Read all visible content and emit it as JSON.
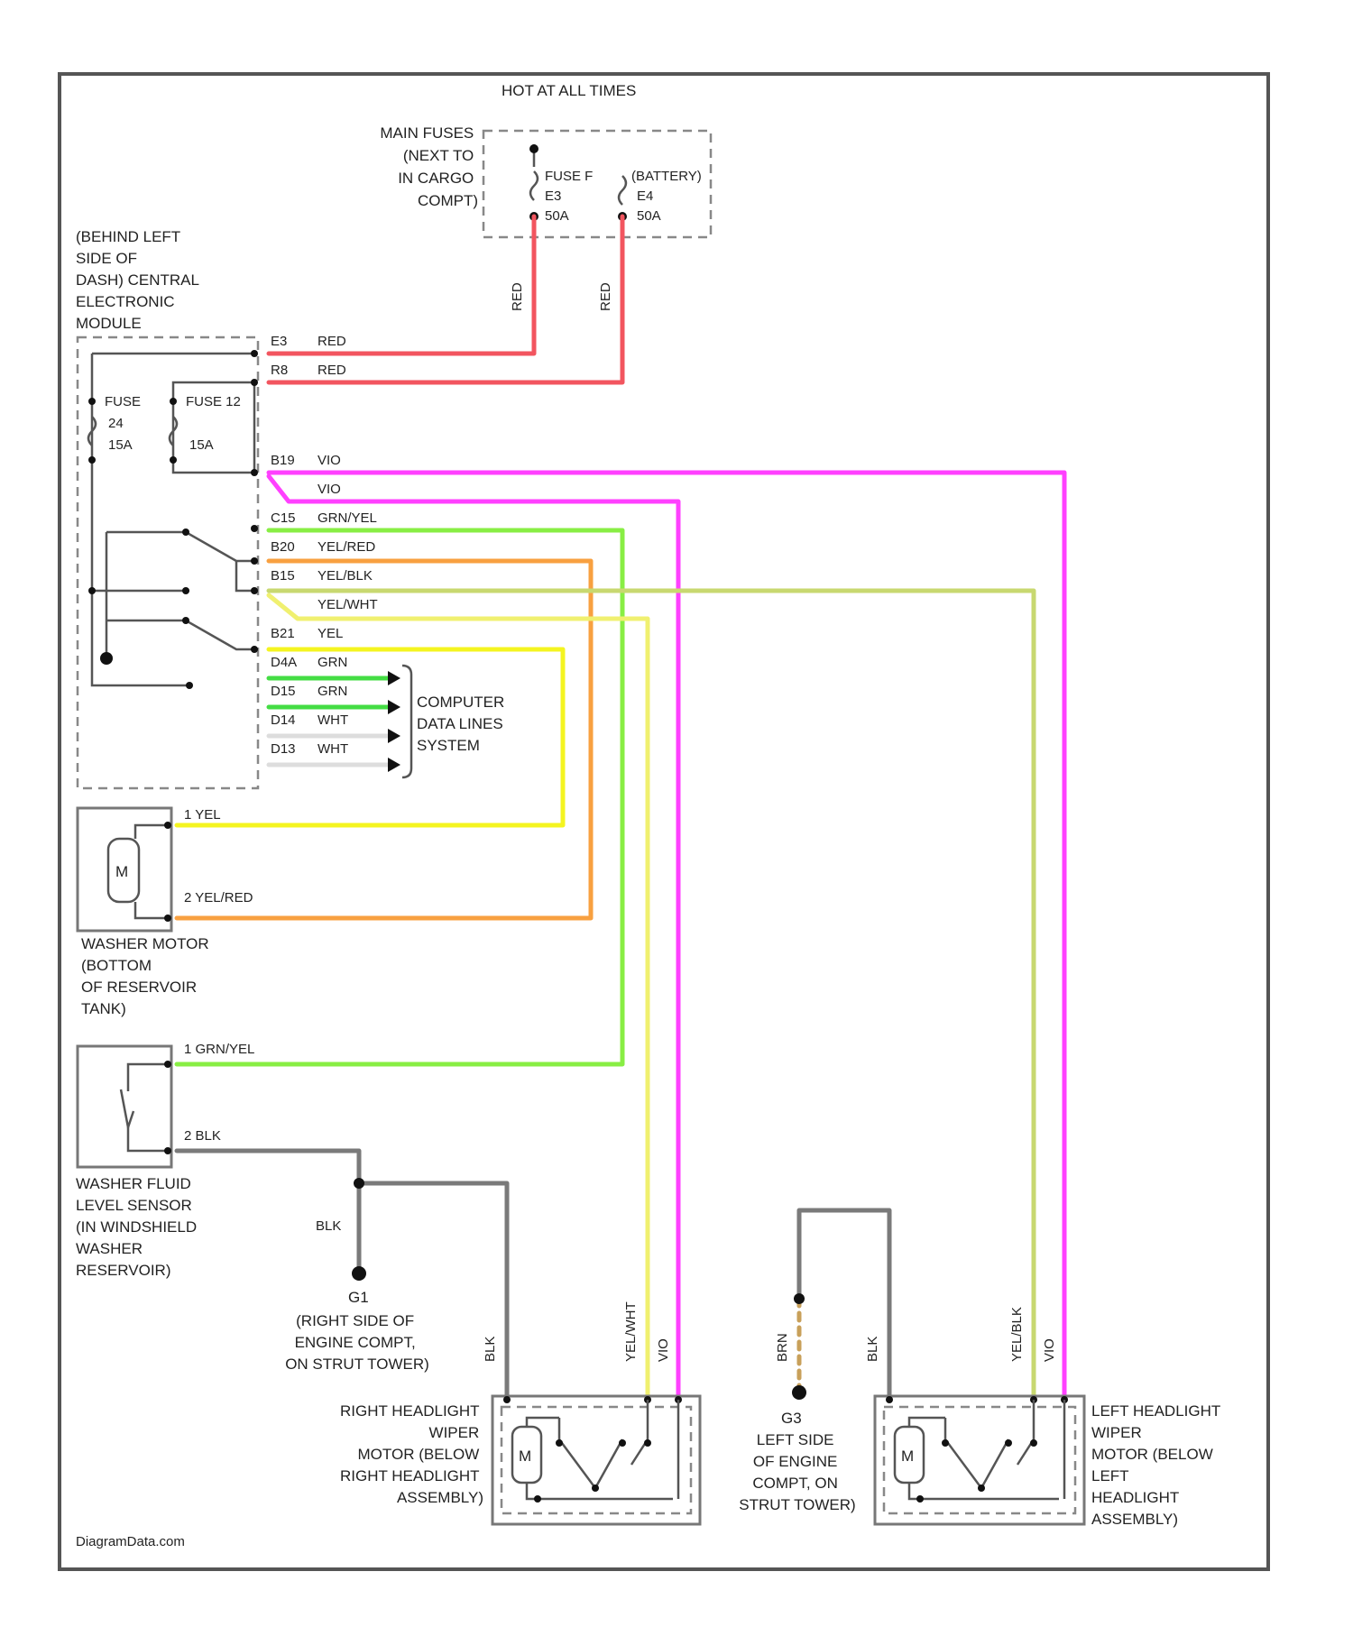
{
  "colors": {
    "red": "#f2555f",
    "violet": "#ff40ff",
    "green_yellow": "#88ee44",
    "yellow_red": "#f8a040",
    "yellow_black": "#c8d870",
    "yellow_white": "#f0f070",
    "yellow": "#f4f420",
    "green": "#44dd44",
    "white": "#dddddd",
    "black": "#7a7a7a"
  },
  "hot_at_all_times": "HOT AT ALL TIMES",
  "main_fuses": {
    "label": [
      "MAIN FUSES",
      "(NEXT TO",
      "IN CARGO",
      "COMPT)"
    ],
    "fuse_a": {
      "name": "FUSE F",
      "id": "E3",
      "rating": "50A"
    },
    "fuse_b": {
      "name": "(BATTERY)",
      "id": "E4",
      "rating": "50A"
    }
  },
  "module": {
    "label": [
      "(BEHIND LEFT",
      "SIDE OF",
      "DASH) CENTRAL",
      "ELECTRONIC",
      "MODULE"
    ],
    "fuse_left": {
      "name": "FUSE",
      "id": "24",
      "rating": "15A"
    },
    "fuse_right": {
      "name": "FUSE 12",
      "rating": "15A"
    }
  },
  "pins": [
    {
      "pin": "E3",
      "color": "RED"
    },
    {
      "pin": "R8",
      "color": "RED"
    },
    {
      "pin": "B19",
      "color": "VIO"
    },
    {
      "pin": "",
      "color": "VIO"
    },
    {
      "pin": "C15",
      "color": "GRN/YEL"
    },
    {
      "pin": "B20",
      "color": "YEL/RED"
    },
    {
      "pin": "B15",
      "color": "YEL/BLK"
    },
    {
      "pin": "",
      "color": "YEL/WHT"
    },
    {
      "pin": "B21",
      "color": "YEL"
    },
    {
      "pin": "D4A",
      "color": "GRN"
    },
    {
      "pin": "D15",
      "color": "GRN"
    },
    {
      "pin": "D14",
      "color": "WHT"
    },
    {
      "pin": "D13",
      "color": "WHT"
    }
  ],
  "feed_wires": {
    "left": "RED",
    "right": "RED"
  },
  "data_lines": [
    "COMPUTER",
    "DATA LINES",
    "SYSTEM"
  ],
  "washer_motor": {
    "label": [
      "WASHER MOTOR",
      "(BOTTOM",
      "OF RESERVOIR",
      "TANK)"
    ],
    "pin1": "1  YEL",
    "pin2": "2  YEL/RED",
    "symbol": "M"
  },
  "fluid_sensor": {
    "label": [
      "WASHER FLUID",
      "LEVEL SENSOR",
      "(IN WINDSHIELD",
      "WASHER",
      "RESERVOIR)"
    ],
    "pin1": "1  GRN/YEL",
    "pin2": "2  BLK"
  },
  "ground_right": {
    "wire": "BLK",
    "id": "G1",
    "label": [
      "(RIGHT SIDE OF",
      "ENGINE COMPT,",
      "ON STRUT TOWER)"
    ]
  },
  "ground_left": {
    "wire": "BRN",
    "id": "G3",
    "label": [
      "LEFT SIDE",
      "OF ENGINE",
      "COMPT, ON",
      "STRUT TOWER)"
    ]
  },
  "right_wiper": {
    "label": [
      "RIGHT HEADLIGHT",
      "WIPER",
      "MOTOR (BELOW",
      "RIGHT HEADLIGHT",
      "ASSEMBLY)"
    ],
    "wires": [
      "BLK",
      "YEL/WHT",
      "VIO"
    ],
    "symbol": "M"
  },
  "left_wiper": {
    "label": [
      "LEFT HEADLIGHT",
      "WIPER",
      "MOTOR (BELOW",
      "LEFT",
      "HEADLIGHT",
      "ASSEMBLY)"
    ],
    "wires": [
      "BLK",
      "YEL/BLK",
      "VIO"
    ],
    "symbol": "M"
  },
  "footer": "DiagramData.com"
}
